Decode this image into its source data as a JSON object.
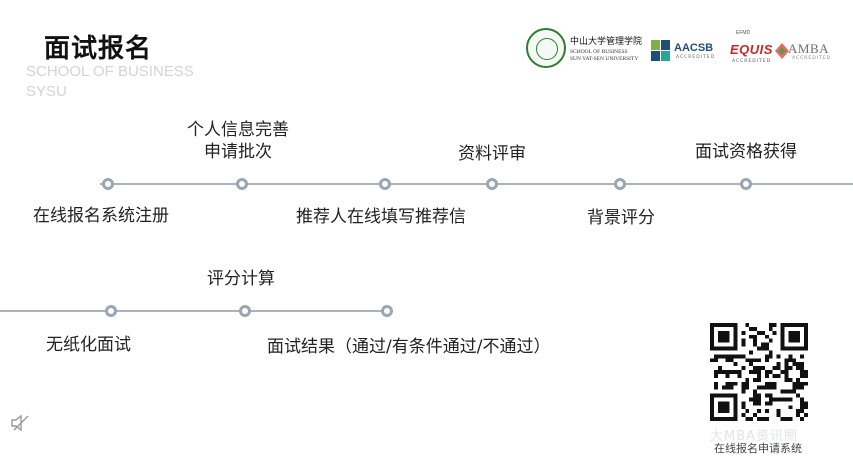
{
  "header": {
    "title": "面试报名",
    "watermark_lines": [
      "SCHOOL OF BUSINESS",
      "SYSU"
    ]
  },
  "logos": {
    "university_cn": "中山大学管理学院",
    "university_en_line1": "SCHOOL OF BUSINESS",
    "university_en_line2": "SUN YAT-SEN UNIVERSITY",
    "aacsb": "AACSB",
    "aacsb_sub": "ACCREDITED",
    "equis_top": "EFMD",
    "equis": "EQUIS",
    "equis_sub": "ACCREDITED",
    "amba": "AMBA",
    "amba_sub": "ACCREDITED",
    "colors": {
      "aacsb": "#1f4e79",
      "equis": "#c62828",
      "seal": "#2e7d32",
      "amba": "#6d6d6d"
    }
  },
  "timeline_row1": {
    "steps": [
      {
        "above": "",
        "below": "在线报名系统注册"
      },
      {
        "above": "个人信息完善\n申请批次",
        "below": ""
      },
      {
        "above": "",
        "below": "推荐人在线填写推荐信"
      },
      {
        "above": "资料评审",
        "below": ""
      },
      {
        "above": "",
        "below": "背景评分"
      },
      {
        "above": "面试资格获得",
        "below": ""
      }
    ]
  },
  "timeline_row2": {
    "steps": [
      {
        "above": "",
        "below": "无纸化面试"
      },
      {
        "above": "评分计算",
        "below": ""
      },
      {
        "above": "",
        "below": "面试结果（通过/有条件通过/不通过）"
      }
    ]
  },
  "qr": {
    "caption": "在线报名申请系统",
    "ghost_caption": "大MBA资讯圈"
  },
  "icons": {
    "speaker": "speaker-muted-icon",
    "qr": "qr-code-icon"
  }
}
